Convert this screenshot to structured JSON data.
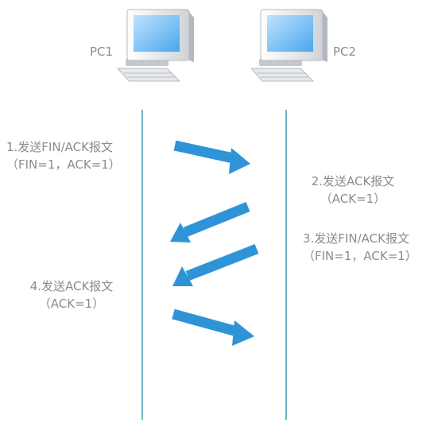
{
  "hosts": {
    "left": "PC1",
    "right": "PC2"
  },
  "steps": [
    {
      "line1": "1.发送FIN/ACK报文",
      "line2": "（FIN=1，ACK=1）"
    },
    {
      "line1": "2.发送ACK报文",
      "line2": "（ACK=1）"
    },
    {
      "line1": "3.发送FIN/ACK报文",
      "line2": "（FIN=1，ACK=1）"
    },
    {
      "line1": "4.发送ACK报文",
      "line2": "（ACK=1）"
    }
  ],
  "colors": {
    "arrow": "#2f93d8",
    "lifeline": "#6cb6c7",
    "text": "#8c8c8c"
  }
}
